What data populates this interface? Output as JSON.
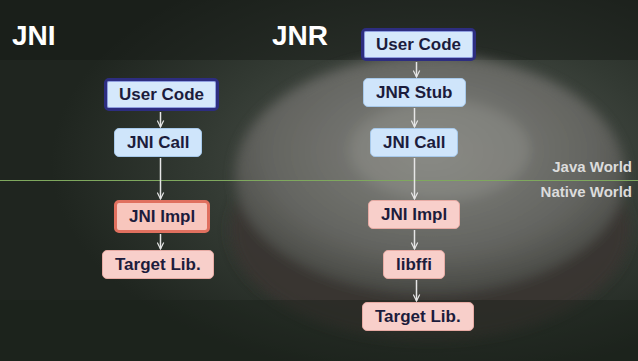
{
  "diagram": {
    "nodes": [
      {
        "text": [
          "User Code"
        ]
      },
      {
        "text": [
          "JNI Call"
        ]
      },
      {
        "text": [
          "JNI Impl"
        ]
      },
      {
        "text": [
          "Target Lib."
        ]
      },
      {
        "text": [
          "User Code"
        ]
      },
      {
        "text": [
          "JNR Stub"
        ]
      },
      {
        "text": [
          "JNI Call"
        ]
      },
      {
        "text": [
          "JNI Impl"
        ]
      },
      {
        "text": [
          "libffi"
        ]
      },
      {
        "text": [
          "Target Lib."
        ]
      }
    ],
    "edges": [
      {
        "from": 0,
        "to": 1,
        "arrow": "to"
      },
      {
        "from": 1,
        "to": 2,
        "arrow": "to"
      },
      {
        "from": 2,
        "to": 3,
        "arrow": "to"
      },
      {
        "from": 4,
        "to": 5,
        "arrow": "to"
      },
      {
        "from": 5,
        "to": 6,
        "arrow": "to"
      },
      {
        "from": 6,
        "to": 7,
        "arrow": "to"
      },
      {
        "from": 7,
        "to": 8,
        "arrow": "to"
      },
      {
        "from": 8,
        "to": 9,
        "arrow": "to"
      }
    ],
    "labels": [
      "JNI",
      "JNR",
      "Java World",
      "Native World"
    ]
  }
}
